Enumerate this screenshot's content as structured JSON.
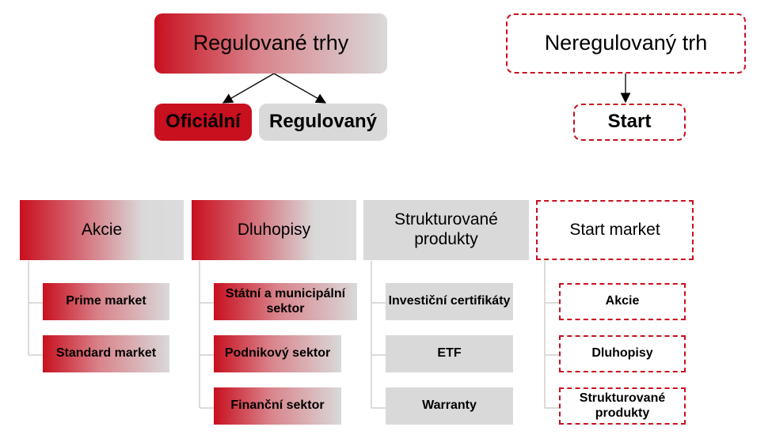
{
  "top": {
    "regulated": "Regulované trhy",
    "official": "Oficiální",
    "regulated_sub": "Regulovaný",
    "unregulated": "Neregulovaný trh",
    "start": "Start"
  },
  "columns": [
    {
      "header": "Akcie",
      "items": [
        "Prime market",
        "Standard market"
      ]
    },
    {
      "header": "Dluhopisy",
      "items": [
        "Státní a municipální sektor",
        "Podnikový sektor",
        "Finanční sektor"
      ]
    },
    {
      "header": "Strukturované produkty",
      "items": [
        "Investiční certifikáty",
        "ETF",
        "Warranty"
      ]
    },
    {
      "header": "Start market",
      "items": [
        "Akcie",
        "Dluhopisy",
        "Strukturované produkty"
      ]
    }
  ],
  "colors": {
    "accent_red": "#c8101f",
    "gray": "#d9d9d9",
    "line": "#d0d0d0"
  }
}
